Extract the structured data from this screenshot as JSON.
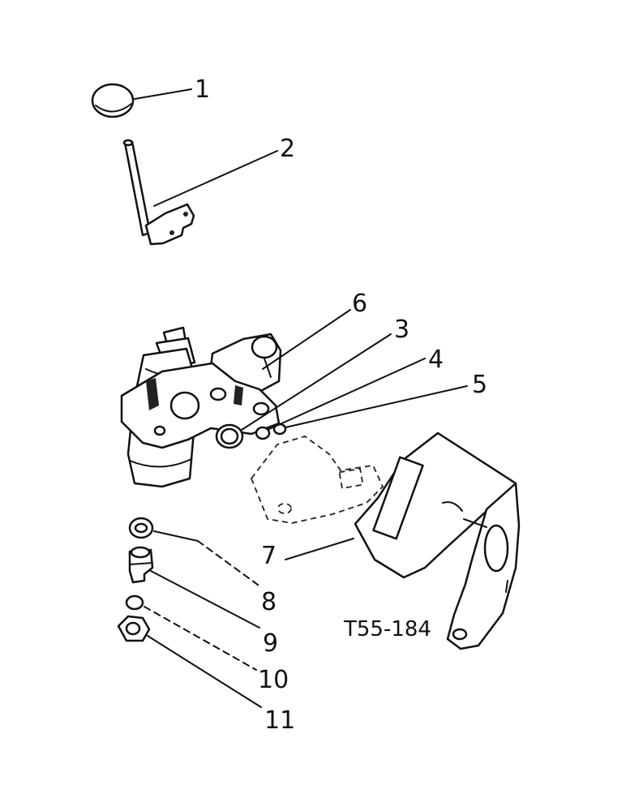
{
  "diagram": {
    "drawing_code": "T55-184",
    "callouts": [
      {
        "id": "c1",
        "label": "1"
      },
      {
        "id": "c2",
        "label": "2"
      },
      {
        "id": "c3",
        "label": "3"
      },
      {
        "id": "c4",
        "label": "4"
      },
      {
        "id": "c5",
        "label": "5"
      },
      {
        "id": "c6",
        "label": "6"
      },
      {
        "id": "c7",
        "label": "7"
      },
      {
        "id": "c8",
        "label": "8"
      },
      {
        "id": "c9",
        "label": "9"
      },
      {
        "id": "c10",
        "label": "10"
      },
      {
        "id": "c11",
        "label": "11"
      }
    ]
  }
}
